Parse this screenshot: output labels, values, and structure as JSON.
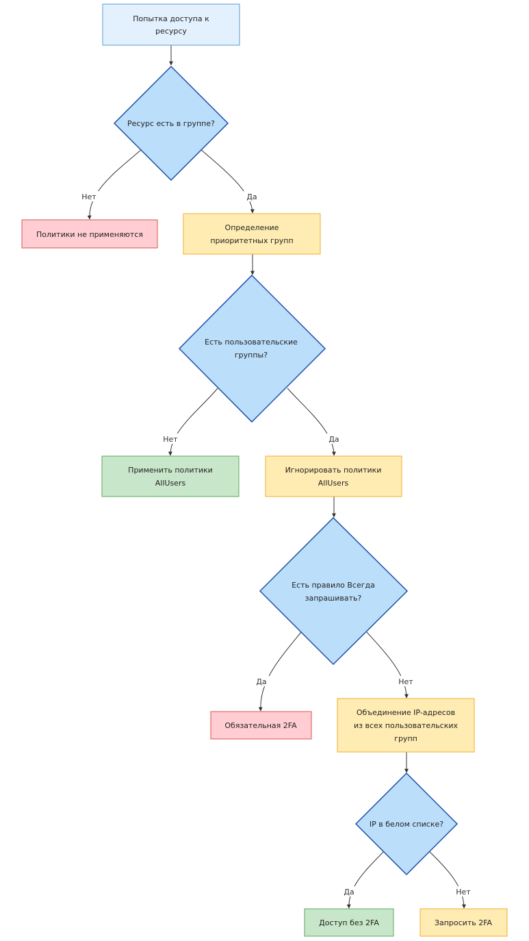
{
  "nodes": {
    "start": {
      "lines": [
        "Попытка доступа к",
        "ресурсу"
      ]
    },
    "q_in_group": {
      "lines": [
        "Ресурс есть в группе?"
      ]
    },
    "no_policies": {
      "lines": [
        "Политики не применяются"
      ]
    },
    "priority_groups": {
      "lines": [
        "Определение",
        "приоритетных групп"
      ]
    },
    "q_user_groups": {
      "lines": [
        "Есть пользовательские",
        "группы?"
      ]
    },
    "apply_allusers": {
      "lines": [
        "Применить политики",
        "AllUsers"
      ]
    },
    "ignore_allusers": {
      "lines": [
        "Игнорировать политики",
        "AllUsers"
      ]
    },
    "q_always_ask": {
      "lines": [
        "Есть правило Всегда",
        "запрашивать?"
      ]
    },
    "mandatory_2fa": {
      "lines": [
        "Обязательная 2FA"
      ]
    },
    "merge_ips": {
      "lines": [
        "Объединение IP-адресов",
        "из всех пользовательских",
        "групп"
      ]
    },
    "q_ip_whitelist": {
      "lines": [
        "IP в белом списке?"
      ]
    },
    "access_no_2fa": {
      "lines": [
        "Доступ без 2FA"
      ]
    },
    "request_2fa": {
      "lines": [
        "Запросить 2FA"
      ]
    }
  },
  "edges": {
    "q1_no": "Нет",
    "q1_yes": "Да",
    "q2_no": "Нет",
    "q2_yes": "Да",
    "q3_yes": "Да",
    "q3_no": "Нет",
    "q4_yes": "Да",
    "q4_no": "Нет"
  },
  "colors": {
    "start_fill": "#e3f0fd",
    "start_stroke": "#5b9bd5",
    "decision_fill": "#bbdefb",
    "decision_stroke": "#1e4fa8",
    "red_fill": "#ffcdd2",
    "red_stroke": "#d9534f",
    "yellow_fill": "#ffecb3",
    "yellow_stroke": "#f0ad2e",
    "green_fill": "#c8e6c9",
    "green_stroke": "#5ca85c"
  }
}
